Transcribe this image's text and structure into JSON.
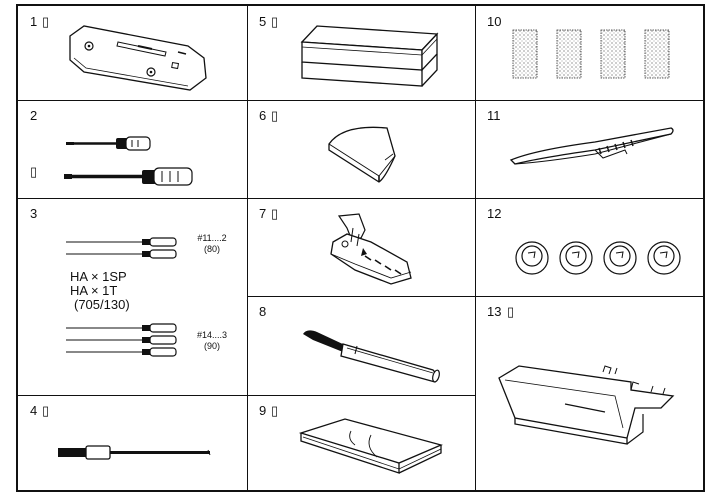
{
  "cells": {
    "c1": {
      "num": "1",
      "mark": "▯"
    },
    "c2": {
      "num": "2",
      "mark": "▯"
    },
    "c3": {
      "num": "3"
    },
    "c4": {
      "num": "4",
      "mark": "▯"
    },
    "c5": {
      "num": "5",
      "mark": "▯"
    },
    "c6": {
      "num": "6",
      "mark": "▯"
    },
    "c7": {
      "num": "7",
      "mark": "▯"
    },
    "c8": {
      "num": "8"
    },
    "c9": {
      "num": "9",
      "mark": "▯"
    },
    "c10": {
      "num": "10"
    },
    "c11": {
      "num": "11"
    },
    "c12": {
      "num": "12"
    },
    "c13": {
      "num": "13",
      "mark": "▯"
    }
  },
  "needles": {
    "set1_size": "#11....2",
    "set1_metric": "(80)",
    "line1": "HA × 1SP",
    "line2": "HA × 1T",
    "line3": "(705/130)",
    "set2_size": "#14....3",
    "set2_metric": "(90)"
  }
}
